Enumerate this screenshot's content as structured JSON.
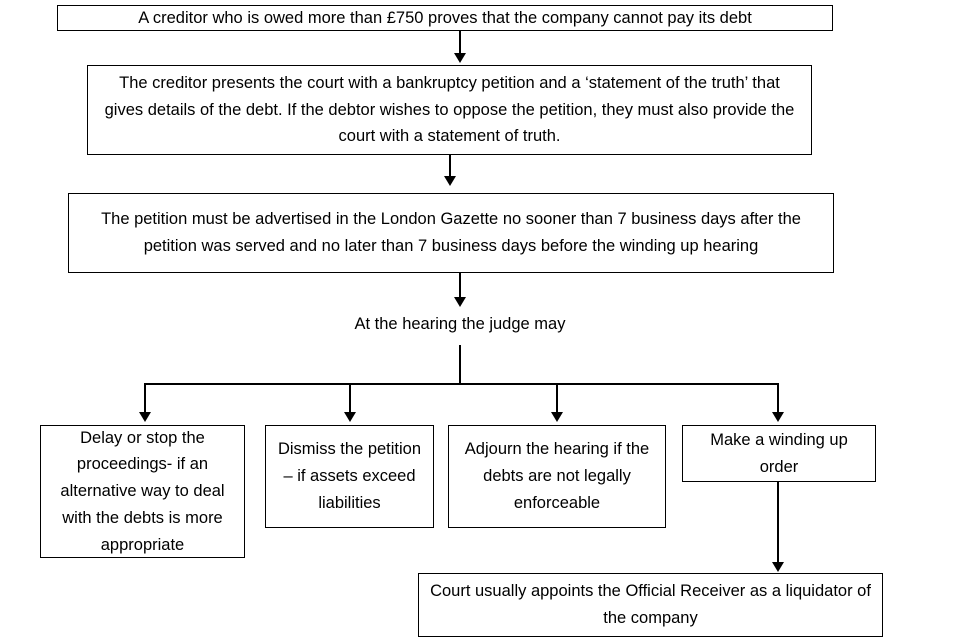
{
  "diagram": {
    "title": "Winding up petition process flowchart",
    "type": "flowchart",
    "orientation": "top-to-bottom",
    "stroke_color": "#000000",
    "background_color": "#ffffff",
    "nodes": {
      "creditor_threshold": "A creditor who is owed more than £750 proves that the company cannot pay its debt",
      "petition_filing": "The creditor presents the court with a bankruptcy petition and a ‘statement of the truth’ that gives details of the debt.  If the debtor wishes to oppose the petition, they must also provide the court with a statement of truth.",
      "gazette_advert": "The petition must be advertised in the London Gazette no sooner than 7 business days after the petition was served and no later than 7 business days before the winding up hearing",
      "hearing_intro": "At the hearing the judge may",
      "delay_stop": "Delay or stop the proceedings- if an alternative way to deal with the debts is more appropriate",
      "dismiss_petition": "Dismiss the petition – if assets exceed liabilities",
      "adjourn_hearing": "Adjourn the hearing if the debts are not legally enforceable",
      "winding_up_order": "Make a winding up order",
      "official_receiver": "Court usually appoints the Official Receiver as a liquidator of the company"
    },
    "connectors": [
      {
        "name": "creditor-to-petition",
        "from": "creditor_threshold",
        "to": "petition_filing",
        "style": "arrow-down"
      },
      {
        "name": "petition-to-gazette",
        "from": "petition_filing",
        "to": "gazette_advert",
        "style": "arrow-down"
      },
      {
        "name": "gazette-to-hearing",
        "from": "gazette_advert",
        "to": "hearing_intro",
        "style": "arrow-down"
      },
      {
        "name": "hearing-branch-delay",
        "from": "hearing_intro",
        "to": "delay_stop",
        "style": "elbow-arrow-down"
      },
      {
        "name": "hearing-branch-dismiss",
        "from": "hearing_intro",
        "to": "dismiss_petition",
        "style": "elbow-arrow-down"
      },
      {
        "name": "hearing-branch-adjourn",
        "from": "hearing_intro",
        "to": "adjourn_hearing",
        "style": "elbow-arrow-down"
      },
      {
        "name": "hearing-branch-winding-up",
        "from": "hearing_intro",
        "to": "winding_up_order",
        "style": "elbow-arrow-down"
      },
      {
        "name": "winding-up-to-receiver",
        "from": "winding_up_order",
        "to": "official_receiver",
        "style": "arrow-down"
      }
    ]
  }
}
